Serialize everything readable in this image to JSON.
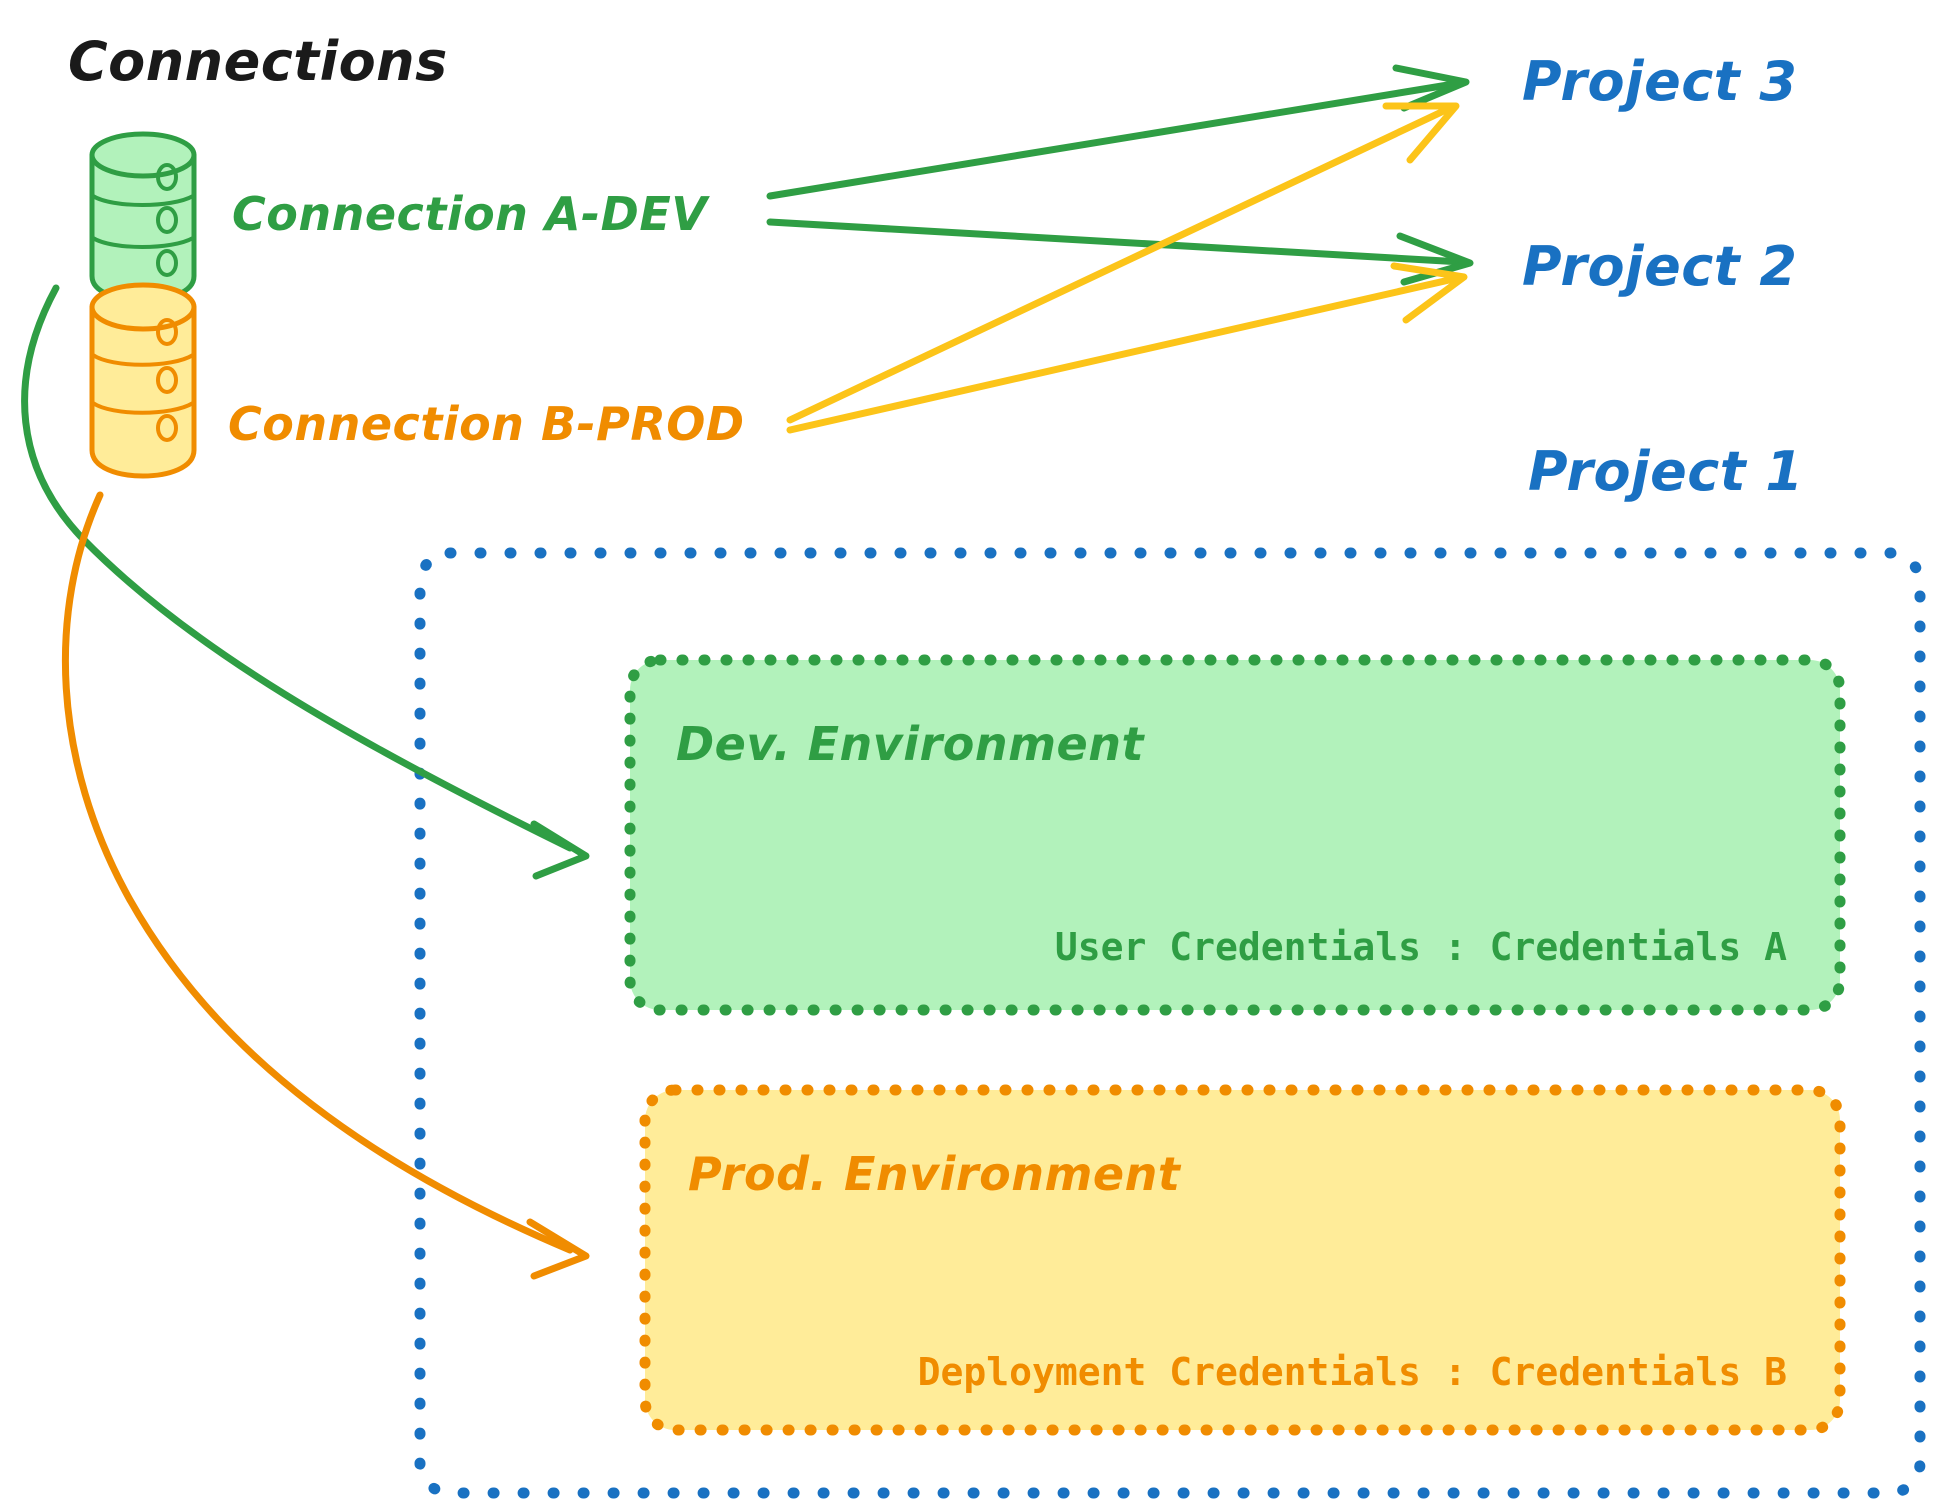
{
  "diagram": {
    "title": "Connections",
    "title_color": "#1a1a1a",
    "background": "#ffffff"
  },
  "colors": {
    "green_stroke": "#2f9e44",
    "green_fill": "#b2f2bb",
    "orange_stroke": "#f08c00",
    "orange_fill": "#ffec99",
    "blue_stroke": "#1971c2",
    "yellow_arrow": "#fcc419"
  },
  "connections": [
    {
      "id": "conn-a-dev",
      "label": "Connection A-DEV",
      "color": "#2f9e44",
      "fill": "#b2f2bb",
      "icon": "database-cylinder-icon"
    },
    {
      "id": "conn-b-prod",
      "label": "Connection B-PROD",
      "color": "#f08c00",
      "fill": "#ffec99",
      "icon": "database-cylinder-icon"
    }
  ],
  "projects": [
    {
      "id": "project-3",
      "label": "Project 3",
      "color": "#1971c2"
    },
    {
      "id": "project-2",
      "label": "Project 2",
      "color": "#1971c2"
    },
    {
      "id": "project-1",
      "label": "Project 1",
      "color": "#1971c2"
    }
  ],
  "environments": [
    {
      "id": "dev-environment",
      "title": "Dev. Environment",
      "credential_label": "User Credentials",
      "credential_separator": ":",
      "credential_value": "Credentials A",
      "credential_line": "User Credentials : Credentials A",
      "stroke": "#2f9e44",
      "fill": "#b2f2bb"
    },
    {
      "id": "prod-environment",
      "title": "Prod. Environment",
      "credential_label": "Deployment Credentials",
      "credential_separator": ":",
      "credential_value": "Credentials B",
      "credential_line": "Deployment Credentials : Credentials B",
      "stroke": "#f08c00",
      "fill": "#ffec99"
    }
  ],
  "edges": [
    {
      "id": "edge-dev-to-project3",
      "from": "conn-a-dev",
      "to": "project-3",
      "color": "#2f9e44",
      "style": "straight-arrow"
    },
    {
      "id": "edge-dev-to-project2",
      "from": "conn-a-dev",
      "to": "project-2",
      "color": "#2f9e44",
      "style": "straight-arrow"
    },
    {
      "id": "edge-prod-to-project3",
      "from": "conn-b-prod",
      "to": "project-3",
      "color": "#fcc419",
      "style": "straight-arrow"
    },
    {
      "id": "edge-prod-to-project2",
      "from": "conn-b-prod",
      "to": "project-2",
      "color": "#fcc419",
      "style": "straight-arrow"
    },
    {
      "id": "edge-dev-to-dev-environment",
      "from": "conn-a-dev",
      "to": "dev-environment",
      "color": "#2f9e44",
      "style": "curved-arrow"
    },
    {
      "id": "edge-prod-to-prod-environment",
      "from": "conn-b-prod",
      "to": "prod-environment",
      "color": "#f08c00",
      "style": "curved-arrow"
    }
  ]
}
